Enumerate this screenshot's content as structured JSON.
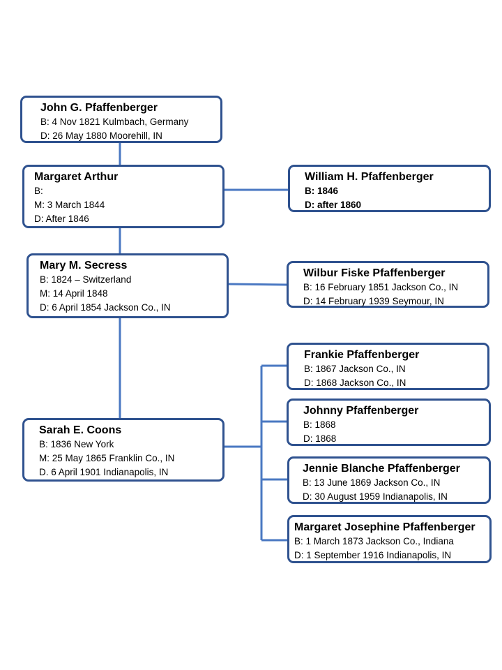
{
  "people": {
    "john": {
      "name": "John G.  Pfaffenberger",
      "lines": [
        "B: 4 Nov 1821 Kulmbach, Germany",
        "D: 26 May 1880 Moorehill, IN"
      ]
    },
    "margaret_arthur": {
      "name": "Margaret Arthur",
      "lines": [
        "B:",
        "M: 3 March 1844",
        "D: After 1846"
      ]
    },
    "william": {
      "name": "William H. Pfaffenberger",
      "lines": [
        "B: 1846",
        "D: after 1860"
      ]
    },
    "mary": {
      "name": "Mary M. Secress",
      "lines": [
        "B: 1824 – Switzerland",
        "M: 14 April 1848",
        "D: 6 April 1854 Jackson Co., IN"
      ]
    },
    "wilbur": {
      "name": "Wilbur Fiske Pfaffenberger",
      "lines": [
        "B: 16 February 1851 Jackson Co., IN",
        "D: 14 February 1939 Seymour, IN"
      ]
    },
    "sarah": {
      "name": "Sarah E. Coons",
      "lines": [
        "B: 1836 New York",
        "M: 25 May 1865 Franklin Co., IN",
        "D. 6 April 1901 Indianapolis, IN"
      ]
    },
    "frankie": {
      "name": "Frankie Pfaffenberger",
      "lines": [
        "B: 1867 Jackson Co., IN",
        "D: 1868 Jackson Co., IN"
      ]
    },
    "johnny": {
      "name": "Johnny Pfaffenberger",
      "lines": [
        "B: 1868",
        "D: 1868"
      ]
    },
    "jennie": {
      "name": "Jennie Blanche Pfaffenberger",
      "lines": [
        "B: 13 June 1869 Jackson Co., IN",
        "D: 30 August 1959 Indianapolis, IN"
      ]
    },
    "margaret_josephine": {
      "name": "Margaret Josephine Pfaffenberger",
      "lines": [
        "B: 1 March 1873 Jackson Co., Indiana",
        "D: 1 September 1916 Indianapolis, IN"
      ]
    }
  }
}
